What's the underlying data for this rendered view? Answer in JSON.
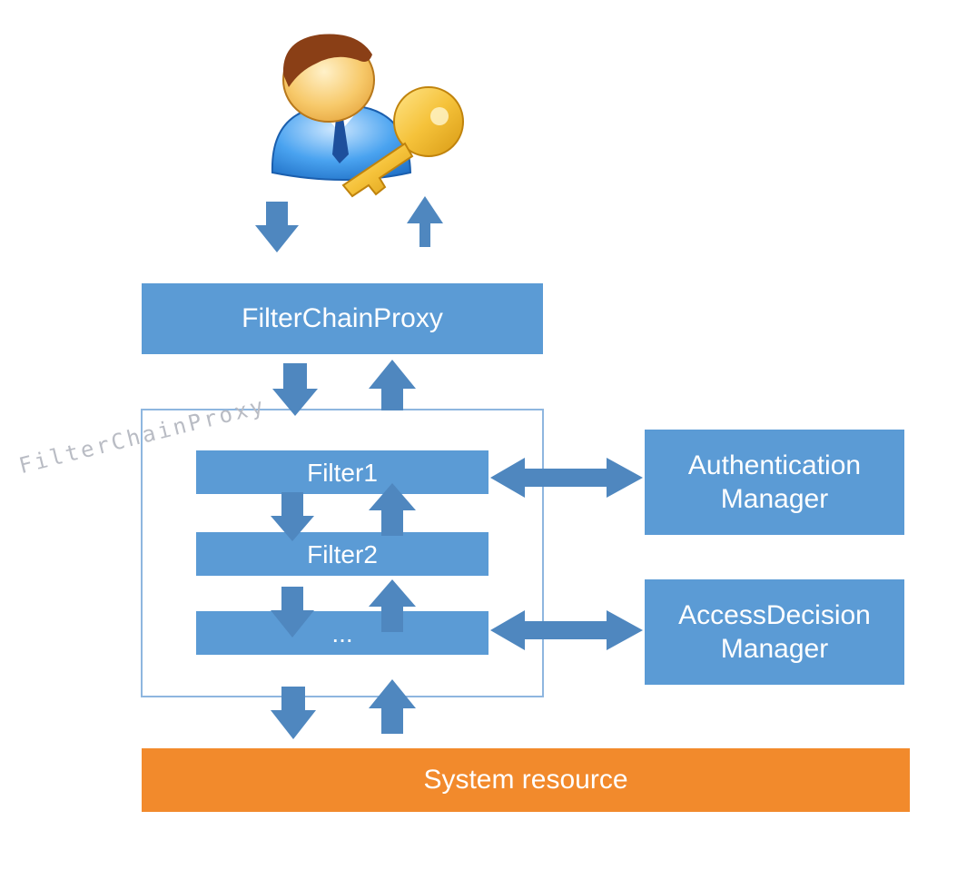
{
  "diagram": {
    "proxy_label": "FilterChainProxy",
    "chain_watermark": "FilterChainProxy",
    "filters": [
      "Filter1",
      "Filter2",
      "..."
    ],
    "authentication_manager": {
      "line1": "Authentication",
      "line2": "Manager"
    },
    "access_decision_manager": {
      "line1": "AccessDecision",
      "line2": "Manager"
    },
    "system_resource": "System resource"
  },
  "icons": {
    "user": "user-with-key-icon",
    "arrow_down": "arrow-down-icon",
    "arrow_up": "arrow-up-icon",
    "arrow_both": "double-arrow-icon"
  },
  "colors": {
    "box_blue": "#5b9bd5",
    "arrow_blue": "#4f87bf",
    "resource_orange": "#f28a2c",
    "frame_border": "#8eb6df"
  }
}
